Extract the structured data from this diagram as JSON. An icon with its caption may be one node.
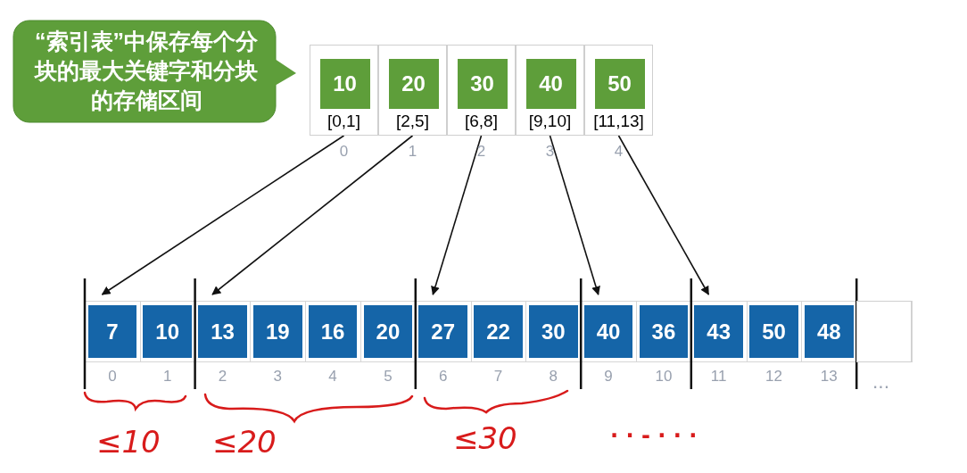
{
  "diagram": {
    "nodes": [
      {
        "text": [
          "“索引表”中保存每个分块的最大关键字和分块的存储区间"
        ]
      },
      {
        "text": [
          "[0,1]"
        ],
        "beside": [
          "0"
        ]
      },
      {
        "text": [
          "10"
        ],
        "in": 1
      },
      {
        "text": [
          "[2,5]"
        ],
        "beside": [
          "1"
        ]
      },
      {
        "text": [
          "20"
        ],
        "in": 3
      },
      {
        "text": [
          "[6,8]"
        ],
        "beside": [
          "2"
        ]
      },
      {
        "text": [
          "30"
        ],
        "in": 5
      },
      {
        "text": [
          "[9,10]"
        ],
        "beside": [
          "3"
        ]
      },
      {
        "text": [
          "40"
        ],
        "in": 7
      },
      {
        "text": [
          "[11,13]"
        ],
        "beside": [
          "4"
        ]
      },
      {
        "text": [
          "50"
        ],
        "in": 9
      },
      {
        "text": [
          "7"
        ],
        "beside": [
          "0"
        ]
      },
      {
        "text": [
          "10"
        ],
        "beside": [
          "1"
        ]
      },
      {
        "text": [
          "13"
        ],
        "beside": [
          "2"
        ]
      },
      {
        "text": [
          "19"
        ],
        "beside": [
          "3"
        ]
      },
      {
        "text": [
          "16"
        ],
        "beside": [
          "4"
        ]
      },
      {
        "text": [
          "20"
        ],
        "beside": [
          "5"
        ]
      },
      {
        "text": [
          "27"
        ],
        "beside": [
          "6"
        ]
      },
      {
        "text": [
          "22"
        ],
        "beside": [
          "7"
        ]
      },
      {
        "text": [
          "30"
        ],
        "beside": [
          "8"
        ]
      },
      {
        "text": [
          "40"
        ],
        "beside": [
          "9"
        ]
      },
      {
        "text": [
          "36"
        ],
        "beside": [
          "10"
        ]
      },
      {
        "text": [
          "43"
        ],
        "beside": [
          "11"
        ]
      },
      {
        "text": [
          "50"
        ],
        "beside": [
          "12"
        ]
      },
      {
        "text": [
          "48"
        ],
        "beside": [
          "13"
        ]
      },
      {
        "text": [],
        "shape": "box"
      }
    ],
    "edges": [
      {
        "from": 1,
        "to": 11,
        "arrow": "to"
      },
      {
        "from": 3,
        "to": 13,
        "arrow": "to"
      },
      {
        "from": 5,
        "to": 17,
        "arrow": "to"
      },
      {
        "from": 7,
        "to": 20,
        "arrow": "to"
      },
      {
        "from": 9,
        "to": 22,
        "arrow": "to"
      }
    ],
    "labels": [
      "...",
      "≤10",
      "≤20",
      "≤30",
      "· · - · · ·"
    ]
  }
}
